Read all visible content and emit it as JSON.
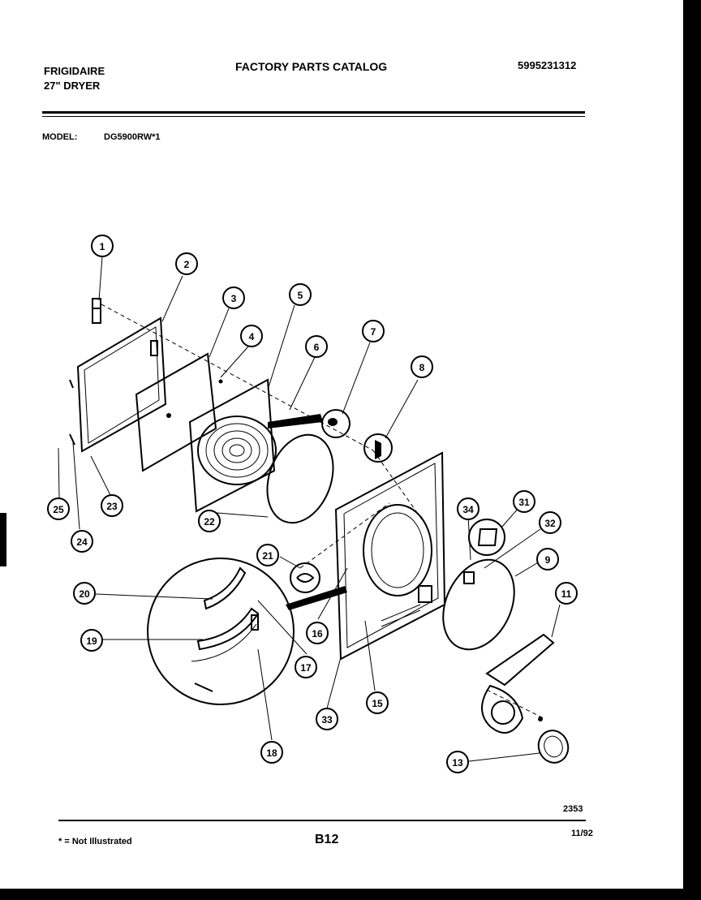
{
  "header": {
    "brand": "FRIGIDAIRE",
    "product": "27\" DRYER",
    "catalog_title": "FACTORY PARTS CATALOG",
    "catalog_number": "5995231312",
    "model_label": "MODEL:",
    "model_value": "DG5900RW*1"
  },
  "diagram": {
    "callouts": [
      "1",
      "2",
      "3",
      "4",
      "5",
      "6",
      "7",
      "8",
      "9",
      "11",
      "13",
      "15",
      "16",
      "17",
      "18",
      "19",
      "20",
      "21",
      "22",
      "23",
      "24",
      "25",
      "31",
      "32",
      "33",
      "34"
    ],
    "drawing_number": "2353"
  },
  "footer": {
    "note": "* = Not Illustrated",
    "page_code": "B12",
    "date": "11/92"
  }
}
